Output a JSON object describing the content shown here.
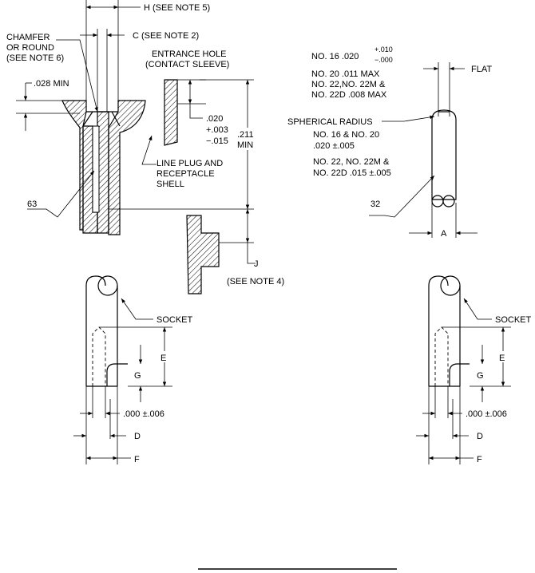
{
  "labels": {
    "h_note": "H (SEE NOTE 5)",
    "c_note": "C (SEE NOTE 2)",
    "chamfer_1": "CHAMFER",
    "chamfer_2": "OR ROUND",
    "chamfer_3": "(SEE NOTE 6)",
    "entrance_1": "ENTRANCE HOLE",
    "entrance_2": "(CONTACT SLEEVE)",
    "min028": ".028 MIN",
    "d020": ".020",
    "tol_plus003": "+.003",
    "tol_minus015": "−.015",
    "d211": ".211",
    "min": "MIN",
    "line_plug_1": "LINE PLUG AND",
    "line_plug_2": "RECEPTACLE",
    "line_plug_3": "SHELL",
    "finish63": "63",
    "j_label": "J",
    "j_note": "(SEE  NOTE 4)",
    "no16": "NO. 16  .020",
    "tol_plus010": "+.010",
    "tol_minus000": "−.000",
    "no20_max": "NO. 20  .011 MAX",
    "no22_max_1": "NO. 22,NO. 22M &",
    "no22_max_2": "NO. 22D  .008 MAX",
    "flat": "FLAT",
    "spherical": "SPHERICAL RADIUS",
    "sr_1": "NO. 16 & NO. 20",
    "sr_2": ".020 ±.005",
    "sr_3": "NO. 22, NO. 22M &",
    "sr_4": "NO. 22D  .015 ±.005",
    "finish32": "32",
    "a_label": "A",
    "socket": "SOCKET",
    "e_label": "E",
    "g_label": "G",
    "zero_tol": ".000 ±.006",
    "d_label": "D",
    "f_label": "F"
  }
}
